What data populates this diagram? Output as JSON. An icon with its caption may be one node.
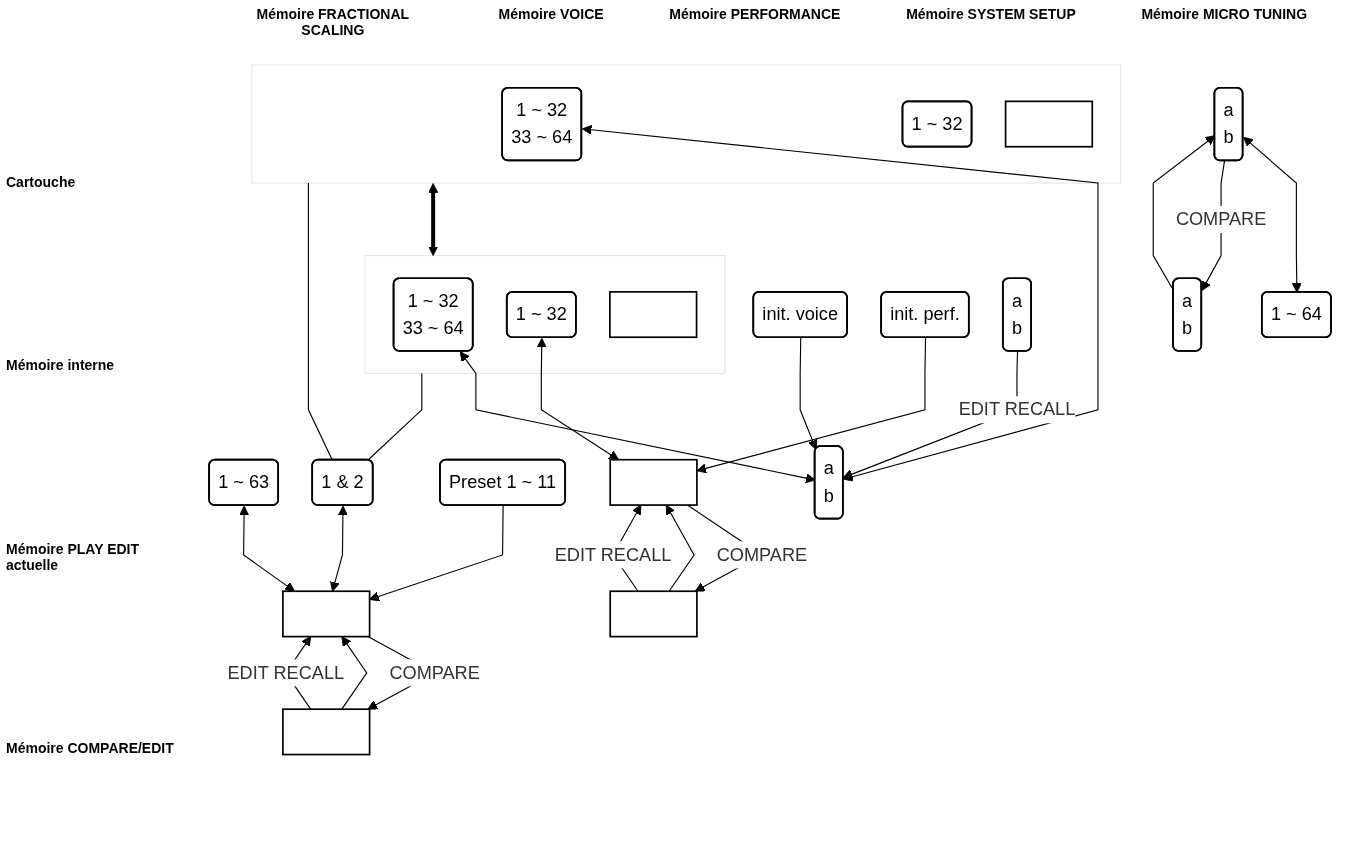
{
  "diagram": {
    "nodes": [
      {
        "text": [
          "1 ~ 64"
        ]
      },
      {
        "text": [],
        "shape": "box"
      },
      {
        "text": [
          "1 ~ 32",
          "33 ~ 64"
        ],
        "in": 1
      },
      {
        "text": [
          "1 ~ 32"
        ],
        "in": 1
      },
      {
        "text": [],
        "shape": "box",
        "in": 1
      },
      {
        "text": [
          "1 ~ 63"
        ]
      },
      {
        "text": [],
        "shape": "box"
      },
      {
        "text": [
          "1 ~ 32",
          "33 ~ 64"
        ],
        "in": 6
      },
      {
        "text": [
          "1 ~ 32"
        ],
        "in": 6
      },
      {
        "text": [],
        "shape": "box",
        "in": 6
      },
      {
        "text": [
          "1 & 2"
        ]
      },
      {
        "text": [
          "init. voice"
        ]
      },
      {
        "text": [
          "init. perf."
        ]
      },
      {
        "text": [
          "Preset 1 ~ 11"
        ]
      },
      {
        "text": [
          "a",
          "b"
        ]
      },
      {
        "text": [
          "a",
          "b"
        ]
      },
      {
        "text": [],
        "shape": "box"
      },
      {
        "text": [],
        "shape": "box"
      },
      {
        "text": [
          "a",
          "b"
        ]
      },
      {
        "text": [
          "a",
          "b"
        ]
      },
      {
        "text": [],
        "shape": "box"
      },
      {
        "text": [],
        "shape": "box"
      }
    ],
    "edges": [
      {
        "from": 14,
        "to": 0,
        "arrow": "both"
      },
      {
        "from": 2,
        "to": 15,
        "arrow": "both"
      },
      {
        "from": 1,
        "to": 6,
        "arrow": "both",
        "style": "thick"
      },
      {
        "from": 7,
        "to": 15,
        "arrow": "both"
      },
      {
        "from": 11,
        "to": 15,
        "arrow": "to"
      },
      {
        "from": 8,
        "to": 16,
        "arrow": "both"
      },
      {
        "from": 12,
        "to": 16,
        "arrow": "to"
      },
      {
        "from": 1,
        "to": 10,
        "arrow": "none"
      },
      {
        "from": 6,
        "to": 10,
        "arrow": "none"
      },
      {
        "from": 10,
        "to": 17,
        "arrow": "both"
      },
      {
        "from": 5,
        "to": 17,
        "arrow": "both"
      },
      {
        "from": 13,
        "to": 17,
        "arrow": "to"
      },
      {
        "from": 14,
        "to": 18,
        "arrow": "to",
        "label": "COMPARE"
      },
      {
        "from": 18,
        "to": 14,
        "arrow": "to"
      },
      {
        "from": 19,
        "to": 15,
        "arrow": "to",
        "label": "EDIT RECALL"
      },
      {
        "from": 16,
        "to": 20,
        "arrow": "to",
        "label": "COMPARE"
      },
      {
        "from": 20,
        "to": 16,
        "arrow": "to"
      },
      {
        "from": 20,
        "to": 16,
        "arrow": "to",
        "label": "EDIT RECALL"
      },
      {
        "from": 17,
        "to": 21,
        "arrow": "to",
        "label": "COMPARE"
      },
      {
        "from": 21,
        "to": 17,
        "arrow": "to"
      },
      {
        "from": 21,
        "to": 17,
        "arrow": "to",
        "label": "EDIT RECALL"
      }
    ],
    "labels": [
      "Mémoire FRACTIONAL SCALING",
      "Mémoire VOICE",
      "Mémoire PERFORMANCE",
      "Mémoire SYSTEM SETUP",
      "Mémoire MICRO TUNING",
      "Cartouche",
      "Mémoire interne",
      "Mémoire PLAY EDIT actuelle",
      "Mémoire COMPARE/EDIT"
    ]
  }
}
